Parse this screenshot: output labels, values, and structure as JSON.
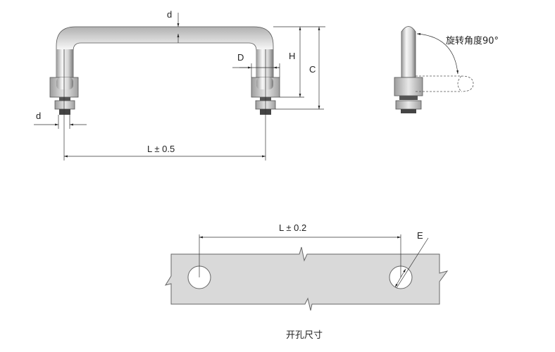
{
  "front_view": {
    "label_d_top": "d",
    "label_D": "D",
    "label_H": "H",
    "label_C": "C",
    "label_d_bottom": "d",
    "label_L": "L ± 0.5"
  },
  "side_view": {
    "rotation_label": "旋转角度90°"
  },
  "cutout": {
    "label_L": "L ± 0.2",
    "label_E": "E",
    "caption": "开孔尺寸"
  },
  "colors": {
    "line": "#333333",
    "plate": "#d9d9d9",
    "metal_light": "#f2f2f2",
    "metal_dark": "#8a8a8a"
  }
}
